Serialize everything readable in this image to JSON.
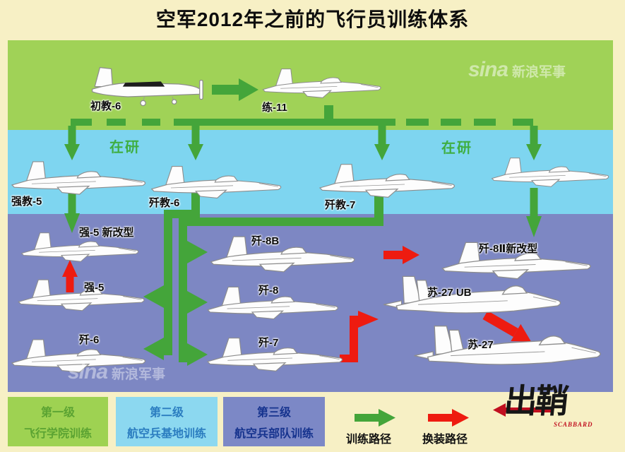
{
  "title": "空军2012年之前的飞行员训练体系",
  "watermark": {
    "brand": "sina",
    "text": "新浪军事"
  },
  "annotations": {
    "in_development": "在研"
  },
  "aircraft": {
    "cj6": "初教-6",
    "jl11": "练-11",
    "qj5": "强教-5",
    "jj6": "歼教-6",
    "jj7": "歼教-7",
    "q5new": "强-5 新改型",
    "q5": "强-5",
    "j6": "歼-6",
    "j8b": "歼-8B",
    "j8": "歼-8",
    "j7": "歼-7",
    "j8ii": "歼-8Ⅱ新改型",
    "su27ub": "苏-27 UB",
    "su27": "苏-27"
  },
  "legend": {
    "levels": [
      {
        "tier": "第一级",
        "name": "飞行学院训练"
      },
      {
        "tier": "第二级",
        "name": "航空兵基地训练"
      },
      {
        "tier": "第三级",
        "name": "航空兵部队训练"
      }
    ],
    "training_path": "训练路径",
    "conversion_path": "换装路径"
  },
  "logo": {
    "name": "出鞘",
    "latin": "SCABBARD"
  },
  "colors": {
    "background": "#f7f0c5",
    "level1_band": "#a0d257",
    "level2_band": "#7ed5f0",
    "level3_band": "#7d87c3",
    "training_arrow": "#44a53a",
    "conversion_arrow": "#ee1b10",
    "in_development_text": "#3fae42"
  }
}
